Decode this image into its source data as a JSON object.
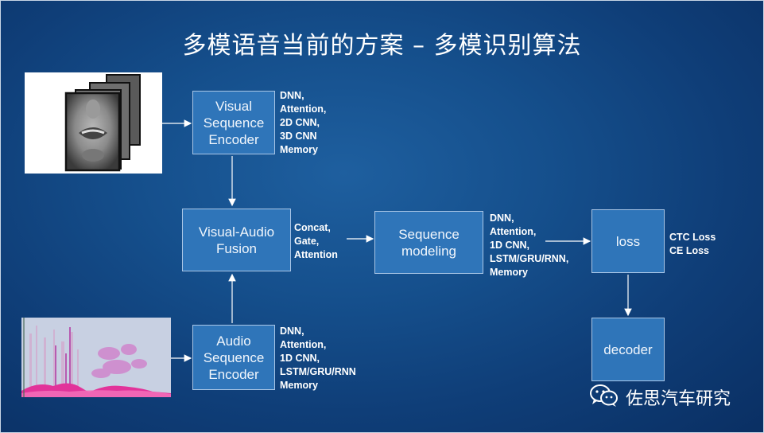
{
  "title": "多模语音当前的方案 – 多模识别算法",
  "boxes": {
    "visual_encoder": "Visual\nSequence\nEncoder",
    "fusion": "Visual-Audio\nFusion",
    "sequence_modeling": "Sequence\nmodeling",
    "loss": "loss",
    "audio_encoder": "Audio\nSequence\nEncoder",
    "decoder": "decoder"
  },
  "notes": {
    "visual_encoder": "DNN,\nAttention,\n2D CNN,\n3D CNN\nMemory",
    "fusion": "Concat,\nGate,\nAttention",
    "sequence_modeling": "DNN,\nAttention,\n1D CNN,\nLSTM/GRU/RNN,\nMemory",
    "loss": "CTC Loss\nCE Loss",
    "audio_encoder": "DNN,\nAttention,\n1D CNN,\nLSTM/GRU/RNN\nMemory"
  },
  "watermark": {
    "text": "佐思汽车研究",
    "icon": "wechat-icon"
  },
  "images": {
    "face": "face-frames-image",
    "spectrogram": "spectrogram-image"
  }
}
